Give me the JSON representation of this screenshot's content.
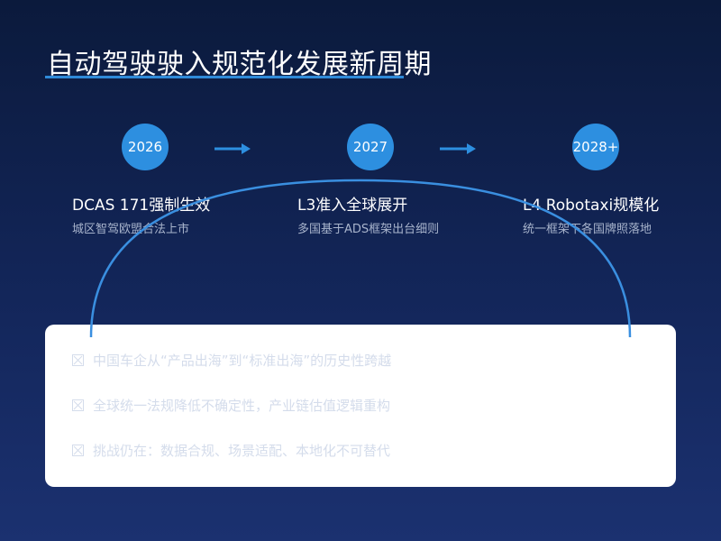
{
  "title": "自动驾驶驶入规范化发展新周期",
  "milestones": [
    {
      "year": "2026",
      "title": "DCAS 171强制生效",
      "subtitle": "城区智驾欧盟合法上市"
    },
    {
      "year": "2027",
      "title": "L3准入全球展开",
      "subtitle": "多国基于ADS框架出台细则"
    },
    {
      "year": "2028+",
      "title": "L4 Robotaxi规模化",
      "subtitle": "统一框架下各国牌照落地"
    }
  ],
  "bullets": [
    "中国车企从“产品出海”到“标准出海”的历史性跨越",
    "全球统一法规降低不确定性，产业链估值逻辑重构",
    "挑战仍在：数据合规、场景适配、本地化不可替代"
  ],
  "colors": {
    "accent": "#2d8fe0",
    "background_top": "#0b1a3c",
    "background_bottom": "#1b3170",
    "bullet_text": "#d4dceb",
    "subtitle_text": "#a8b4cc"
  },
  "icons": {
    "arrow": "arrow-right-icon",
    "bullet": "checkbox-x-icon"
  }
}
